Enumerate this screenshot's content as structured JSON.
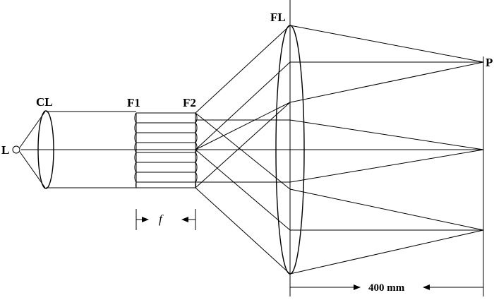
{
  "labels": {
    "source": "L",
    "condenser_lens": "CL",
    "fly_eye_1": "F1",
    "fly_eye_2": "F2",
    "field_lens": "FL",
    "focal_plane": "P",
    "focal_length_symbol": "f",
    "distance": "400 mm"
  },
  "colors": {
    "line": "#000000",
    "background": "#ffffff"
  }
}
